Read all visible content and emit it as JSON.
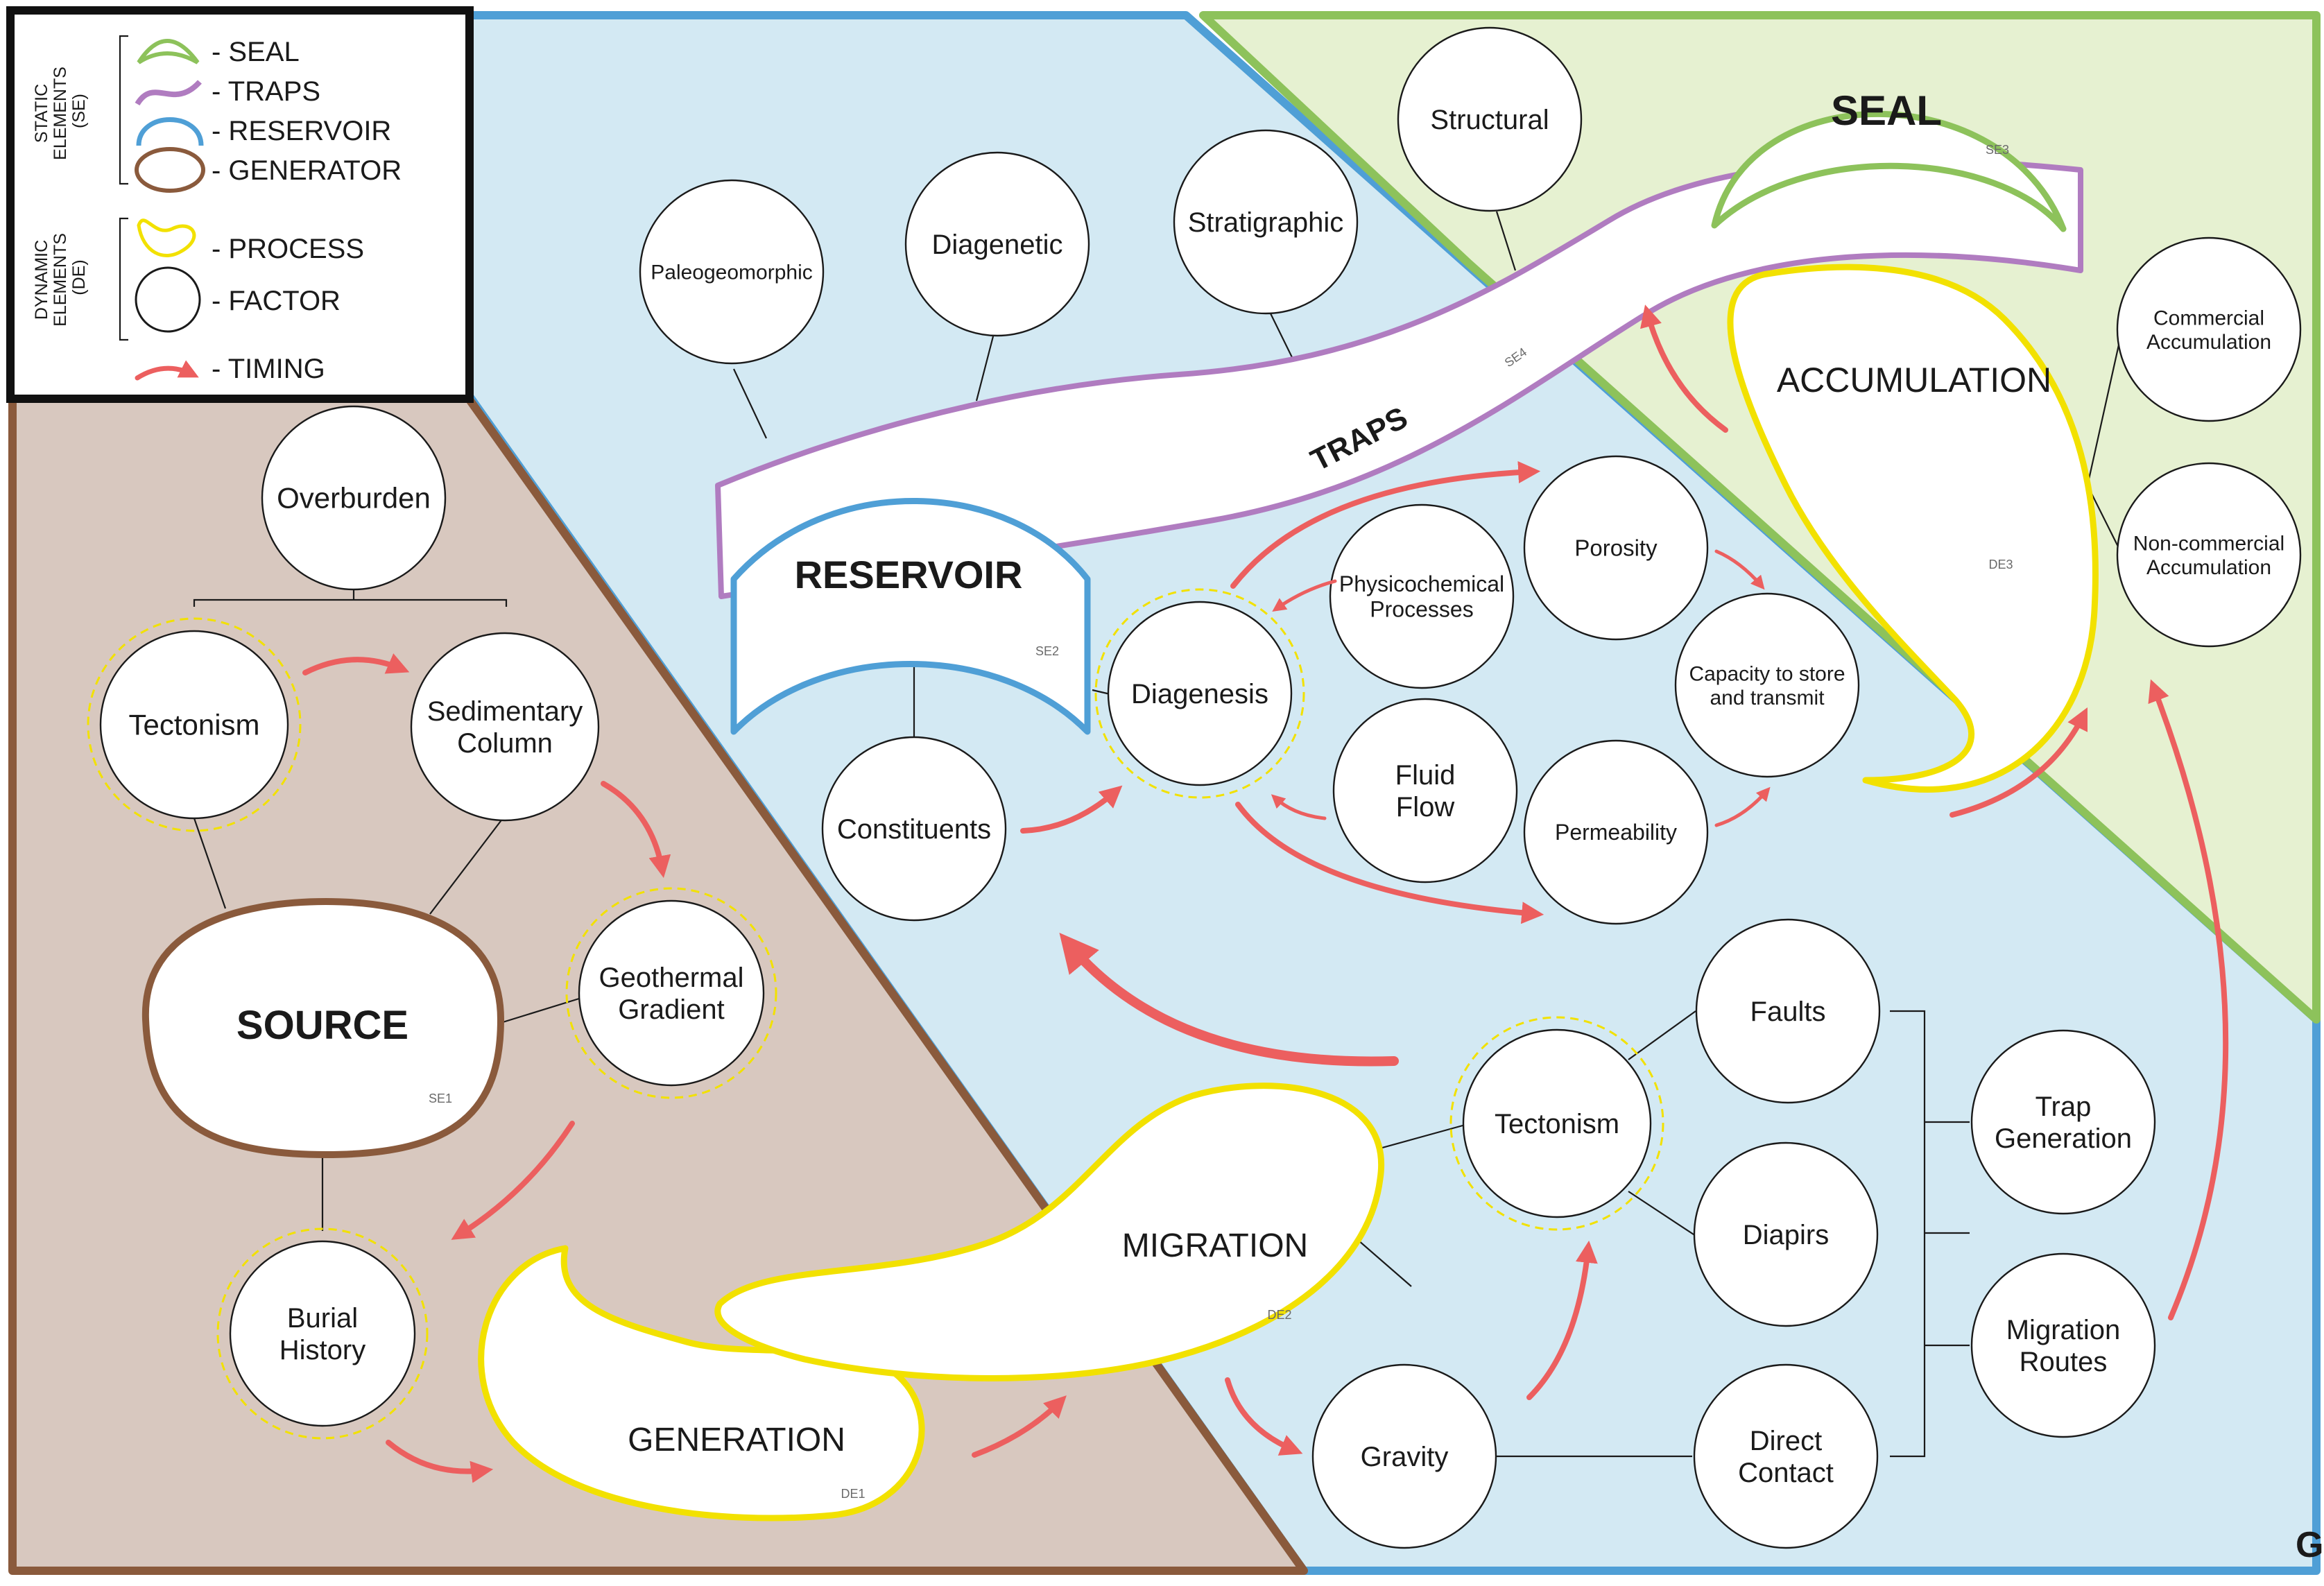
{
  "colors": {
    "seal": "#8dc25b",
    "traps": "#b07cc0",
    "reservoir": "#4f9fd6",
    "generator": "#8a5a3c",
    "process": "#f2e100",
    "timing": "#ec5f5f",
    "reservoir_zone": "#d3e9f3",
    "seal_zone": "#e6f1d1",
    "source_zone": "#d8c8bf"
  },
  "legend": {
    "static_label": [
      "STATIC",
      "ELEMENTS",
      "(SE)"
    ],
    "dynamic_label": [
      "DYNAMIC",
      "ELEMENTS",
      "(DE)"
    ],
    "items": [
      {
        "key": "seal",
        "text": "- SEAL"
      },
      {
        "key": "traps",
        "text": "- TRAPS"
      },
      {
        "key": "reservoir",
        "text": "- RESERVOIR"
      },
      {
        "key": "generator",
        "text": "- GENERATOR"
      },
      {
        "key": "process",
        "text": "- PROCESS"
      },
      {
        "key": "factor",
        "text": "- FACTOR"
      },
      {
        "key": "timing",
        "text": "- TIMING"
      }
    ]
  },
  "elements": {
    "source": {
      "label": "SOURCE",
      "code": "SE1"
    },
    "reservoir": {
      "label": "RESERVOIR",
      "code": "SE2"
    },
    "seal": {
      "label": "SEAL",
      "code": "SE3"
    },
    "traps": {
      "label": "TRAPS",
      "code": "SE4"
    },
    "generation": {
      "label": "GENERATION",
      "code": "DE1"
    },
    "migration": {
      "label": "MIGRATION",
      "code": "DE2"
    },
    "accumulation": {
      "label": "ACCUMULATION",
      "code": "DE3"
    }
  },
  "factors": {
    "overburden": [
      "Overburden"
    ],
    "tectonism_source": [
      "Tectonism"
    ],
    "sedimentary_column": [
      "Sedimentary",
      "Column"
    ],
    "geothermal_gradient": [
      "Geothermal",
      "Gradient"
    ],
    "burial_history": [
      "Burial",
      "History"
    ],
    "paleogeomorphic": [
      "Paleogeomorphic"
    ],
    "diagenetic": [
      "Diagenetic"
    ],
    "stratigraphic": [
      "Stratigraphic"
    ],
    "structural": [
      "Structural"
    ],
    "constituents": [
      "Constituents"
    ],
    "diagenesis": [
      "Diagenesis"
    ],
    "physicochemical": [
      "Physicochemical",
      "Processes"
    ],
    "porosity": [
      "Porosity"
    ],
    "fluid_flow": [
      "Fluid",
      "Flow"
    ],
    "permeability": [
      "Permeability"
    ],
    "capacity": [
      "Capacity to store",
      "and transmit"
    ],
    "commercial": [
      "Commercial",
      "Accumulation"
    ],
    "non_commercial": [
      "Non-commercial",
      "Accumulation"
    ],
    "tectonism_migration": [
      "Tectonism"
    ],
    "faults": [
      "Faults"
    ],
    "diapirs": [
      "Diapirs"
    ],
    "trap_generation": [
      "Trap",
      "Generation"
    ],
    "migration_routes": [
      "Migration",
      "Routes"
    ],
    "gravity": [
      "Gravity"
    ],
    "direct_contact": [
      "Direct",
      "Contact"
    ]
  }
}
